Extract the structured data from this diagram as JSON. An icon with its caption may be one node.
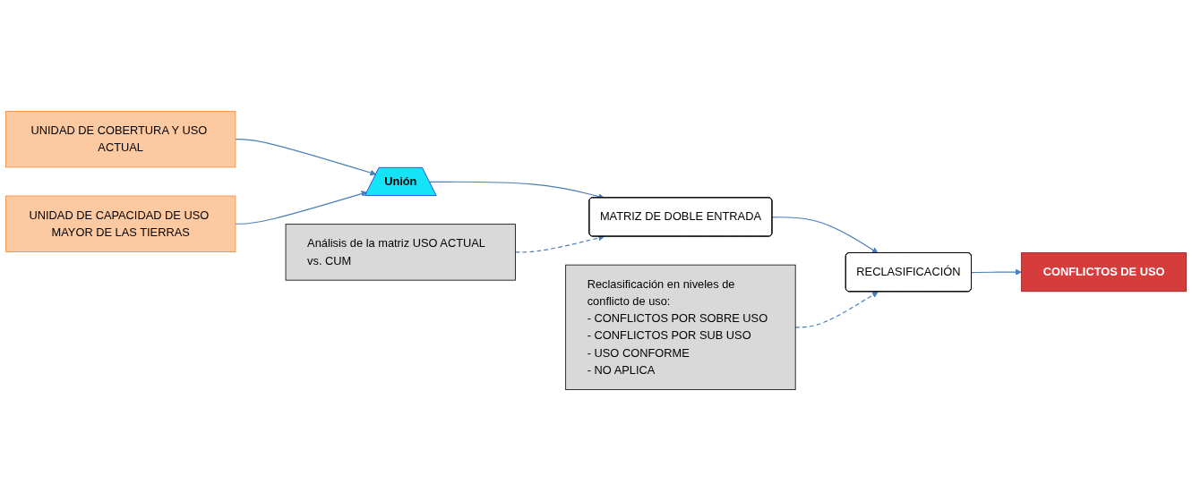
{
  "diagram": {
    "nodes": [
      {
        "text": [
          "UNIDAD DE COBERTURA Y USO ACTUAL"
        ]
      },
      {
        "text": [
          "UNIDAD DE CAPACIDAD DE USO MAYOR DE LAS TIERRAS"
        ]
      },
      {
        "text": [
          "Unión"
        ]
      },
      {
        "text": [
          "MATRIZ DE DOBLE ENTRADA"
        ]
      },
      {
        "text": [
          "RECLASIFICACIÓN"
        ]
      },
      {
        "text": [
          "CONFLICTOS DE USO"
        ]
      },
      {
        "text": [
          "Análisis de la matriz USO ACTUAL vs. CUM"
        ]
      },
      {
        "text": [
          "Reclasificación en niveles de conflicto de uso:",
          "- CONFLICTOS POR SOBRE USO",
          "- CONFLICTOS POR SUB USO",
          "- USO CONFORME",
          "- NO APLICA"
        ]
      }
    ],
    "edges": [
      {
        "from": 0,
        "to": 2,
        "arrow": "to"
      },
      {
        "from": 1,
        "to": 2,
        "arrow": "to"
      },
      {
        "from": 2,
        "to": 3,
        "arrow": "to"
      },
      {
        "from": 3,
        "to": 4,
        "arrow": "to"
      },
      {
        "from": 4,
        "to": 5,
        "arrow": "to"
      },
      {
        "from": 6,
        "to": 3,
        "arrow": "to",
        "style": "dashed"
      },
      {
        "from": 7,
        "to": 4,
        "arrow": "to",
        "style": "dashed"
      }
    ]
  }
}
